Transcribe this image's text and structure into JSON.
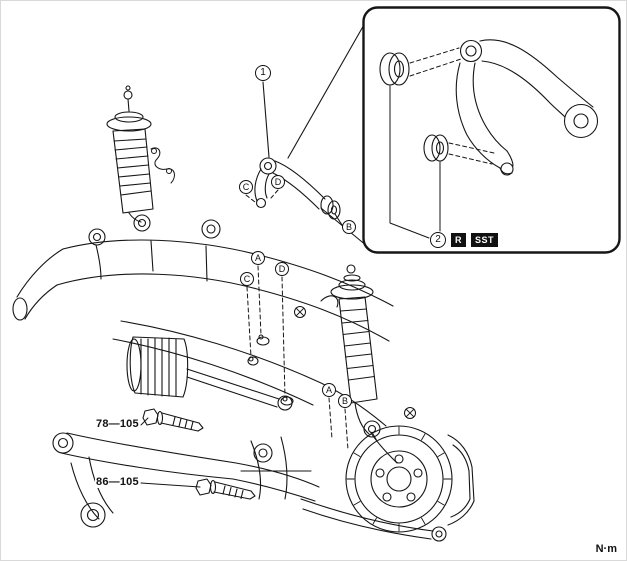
{
  "figure": {
    "unit": "N·m"
  },
  "callouts": {
    "part1": "1",
    "part2": "2"
  },
  "badges": {
    "replace": "R",
    "sst": "SST"
  },
  "letters": {
    "c_upper": "C",
    "d_upper": "D",
    "b_upper": "B",
    "a_mid": "A",
    "d_mid": "D",
    "c_mid": "C",
    "a_lower": "A",
    "b_lower": "B"
  },
  "torques": {
    "upper_arm_bolt": "78—105",
    "lower_arm_bolt": "86—105"
  }
}
